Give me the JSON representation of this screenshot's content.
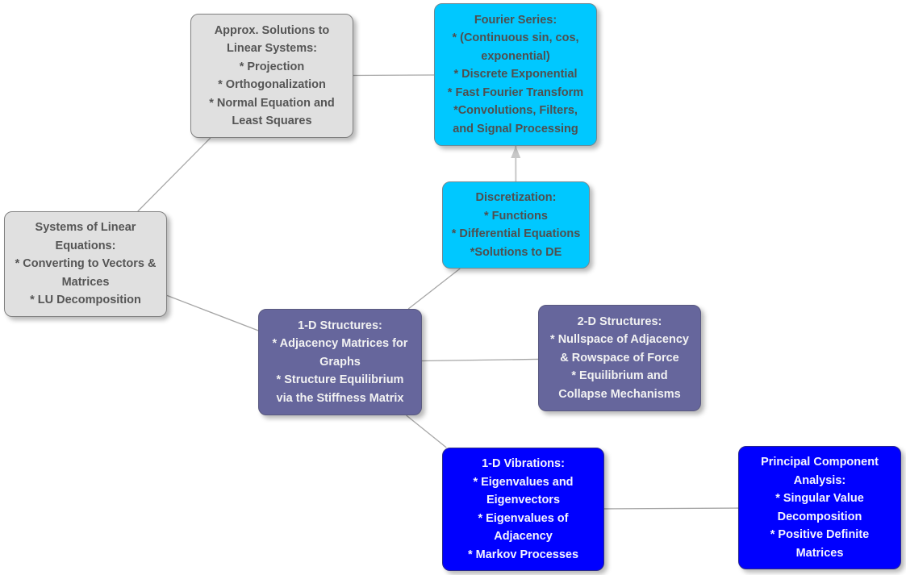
{
  "diagram": {
    "type": "concept-map",
    "colors": {
      "gray": "#e0e0e0",
      "cyan": "#00c8ff",
      "purple": "#66669c",
      "blue": "#0000ff",
      "edge": "#a6a6a6",
      "arrow": "#c8c8c8"
    },
    "nodes": {
      "approx": {
        "id": "approx",
        "color": "gray",
        "lines": [
          "Approx. Solutions to",
          "Linear Systems:",
          "* Projection",
          "* Orthogonalization",
          "* Normal Equation and",
          "Least Squares"
        ]
      },
      "fourier": {
        "id": "fourier",
        "color": "cyan",
        "lines": [
          "Fourier Series:",
          "* (Continuous sin, cos,",
          "exponential)",
          "* Discrete Exponential",
          "* Fast Fourier Transform",
          "*Convolutions, Filters,",
          "and Signal Processing"
        ]
      },
      "systems": {
        "id": "systems",
        "color": "gray",
        "lines": [
          "Systems of Linear",
          "Equations:",
          "* Converting to Vectors &",
          "Matrices",
          "* LU Decomposition"
        ]
      },
      "discrete": {
        "id": "discrete",
        "color": "cyan",
        "lines": [
          "Discretization:",
          "* Functions",
          "* Differential Equations",
          "*Solutions to DE"
        ]
      },
      "struct1d": {
        "id": "struct1d",
        "color": "purple",
        "lines": [
          "1-D Structures:",
          "* Adjacency Matrices for",
          "Graphs",
          "*  Structure Equilibrium",
          "via the Stiffness Matrix"
        ]
      },
      "struct2d": {
        "id": "struct2d",
        "color": "purple",
        "lines": [
          "2-D Structures:",
          "* Nullspace of Adjacency",
          "& Rowspace of Force",
          "* Equilibrium and",
          "Collapse Mechanisms"
        ]
      },
      "vib1d": {
        "id": "vib1d",
        "color": "blue",
        "lines": [
          "1-D Vibrations:",
          "* Eigenvalues and",
          "Eigenvectors",
          "* Eigenvalues of",
          "Adjacency",
          "* Markov Processes"
        ]
      },
      "pca": {
        "id": "pca",
        "color": "blue",
        "lines": [
          "Principal Component",
          "Analysis:",
          "* Singular Value",
          "Decomposition",
          "* Positive Definite",
          "Matrices"
        ]
      }
    },
    "edges": [
      {
        "from": "systems",
        "to": "approx",
        "arrow": false
      },
      {
        "from": "approx",
        "to": "fourier",
        "arrow": false
      },
      {
        "from": "systems",
        "to": "struct1d",
        "arrow": false
      },
      {
        "from": "struct1d",
        "to": "discrete",
        "arrow": false
      },
      {
        "from": "discrete",
        "to": "fourier",
        "arrow": true
      },
      {
        "from": "struct1d",
        "to": "struct2d",
        "arrow": false
      },
      {
        "from": "struct1d",
        "to": "vib1d",
        "arrow": false
      },
      {
        "from": "vib1d",
        "to": "pca",
        "arrow": false
      }
    ]
  }
}
